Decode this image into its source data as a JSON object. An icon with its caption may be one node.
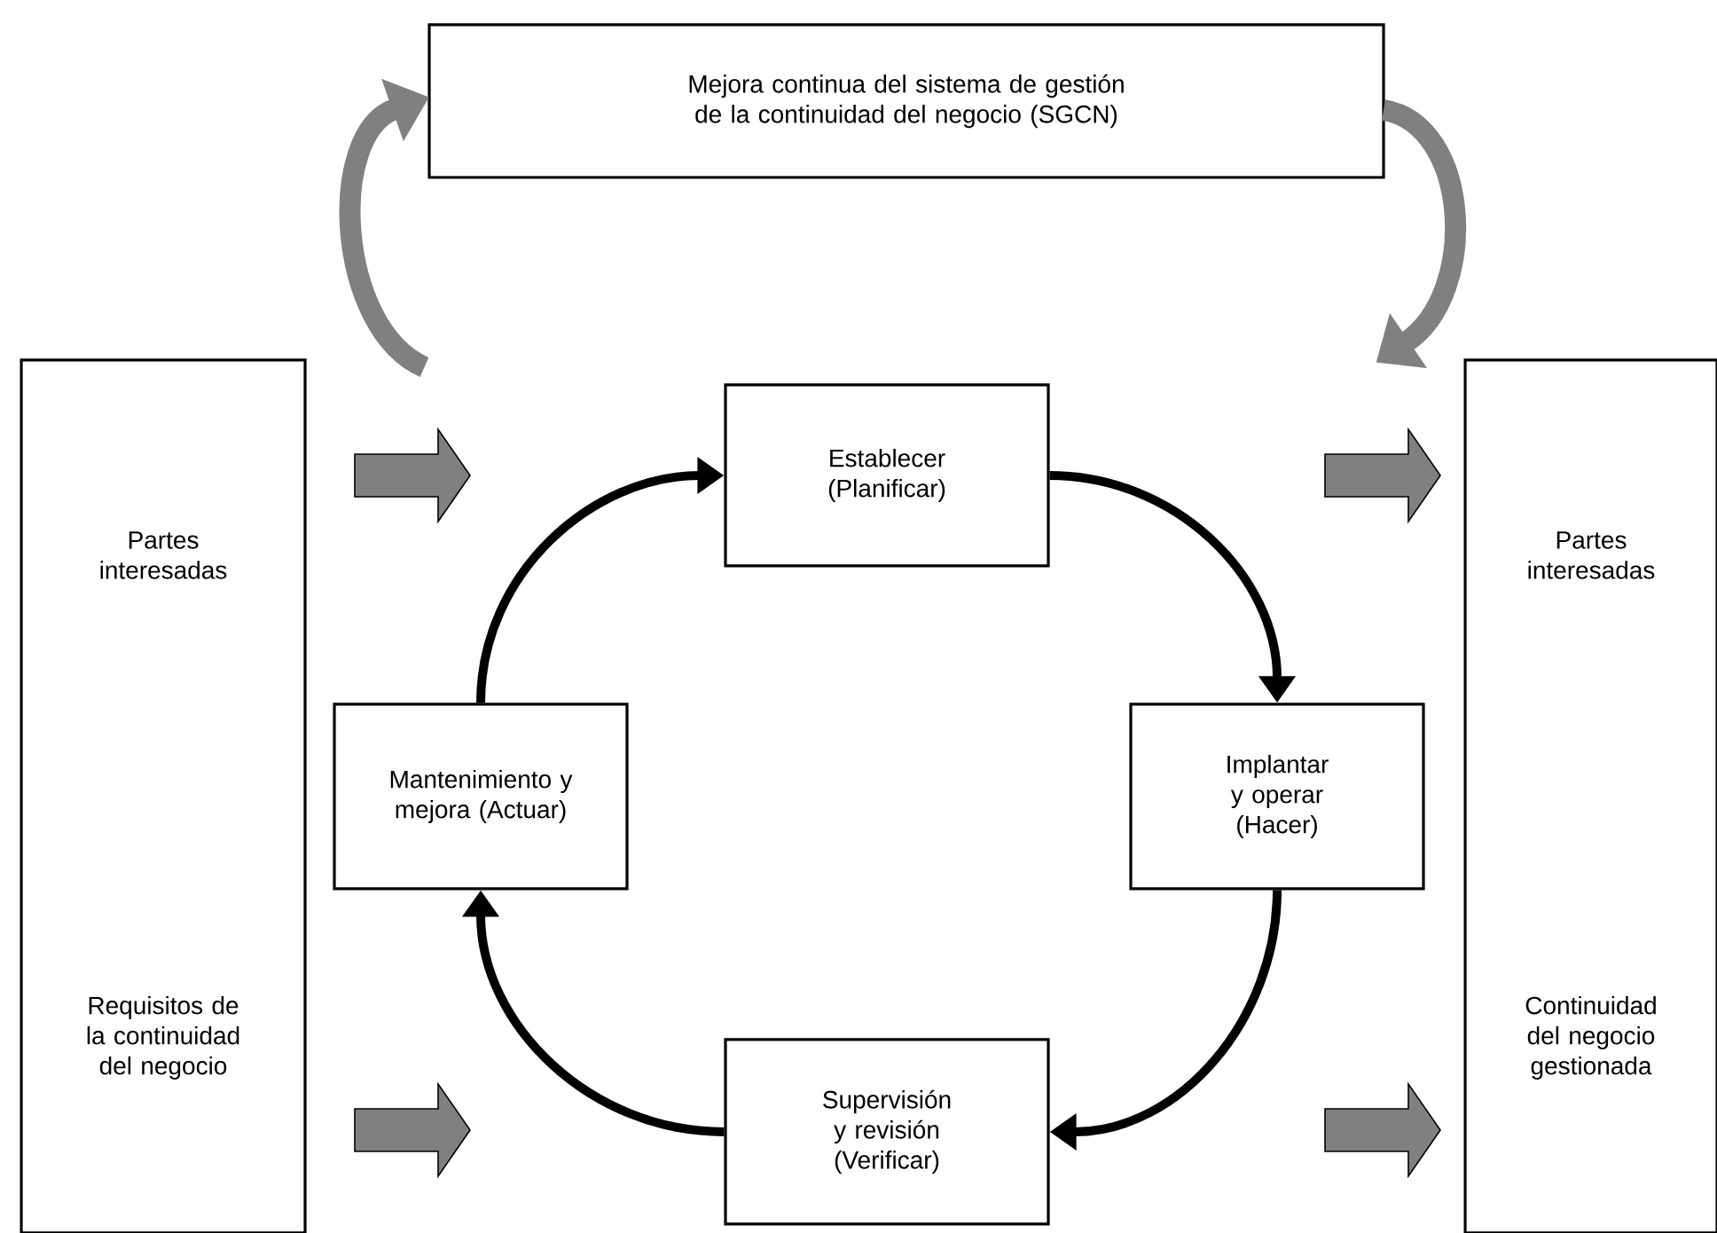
{
  "diagram": {
    "nodes": [
      {
        "text": [
          "Mejora continua del sistema de gestión de la continuidad del negocio (SGCN)"
        ]
      },
      {
        "text": [
          "Partes interesadas",
          "Requisitos de la continuidad del negocio"
        ]
      },
      {
        "text": [
          "Partes interesadas",
          "Continuidad del negocio gestionada"
        ]
      },
      {
        "text": [
          "Establecer (Planificar)"
        ]
      },
      {
        "text": [
          "Implantar y operar (Hacer)"
        ]
      },
      {
        "text": [
          "Supervisión y revisión (Verificar)"
        ]
      },
      {
        "text": [
          "Mantenimiento y mejora (Actuar)"
        ]
      }
    ],
    "edges": [
      {
        "from": null,
        "to": 0,
        "arrow": "to",
        "style": "thick",
        "color": "#808080"
      },
      {
        "from": 0,
        "to": null,
        "arrow": "to",
        "style": "thick",
        "color": "#808080"
      },
      {
        "from": 3,
        "to": 4,
        "arrow": "to"
      },
      {
        "from": 4,
        "to": 5,
        "arrow": "to"
      },
      {
        "from": 5,
        "to": 6,
        "arrow": "to"
      },
      {
        "from": 6,
        "to": 3,
        "arrow": "to"
      },
      {
        "from": 1,
        "to": null,
        "arrow": "to",
        "color": "#808080"
      },
      {
        "from": 1,
        "to": null,
        "arrow": "to",
        "color": "#808080"
      },
      {
        "from": null,
        "to": 2,
        "arrow": "to",
        "color": "#808080"
      },
      {
        "from": null,
        "to": 2,
        "arrow": "to",
        "color": "#808080"
      }
    ]
  }
}
